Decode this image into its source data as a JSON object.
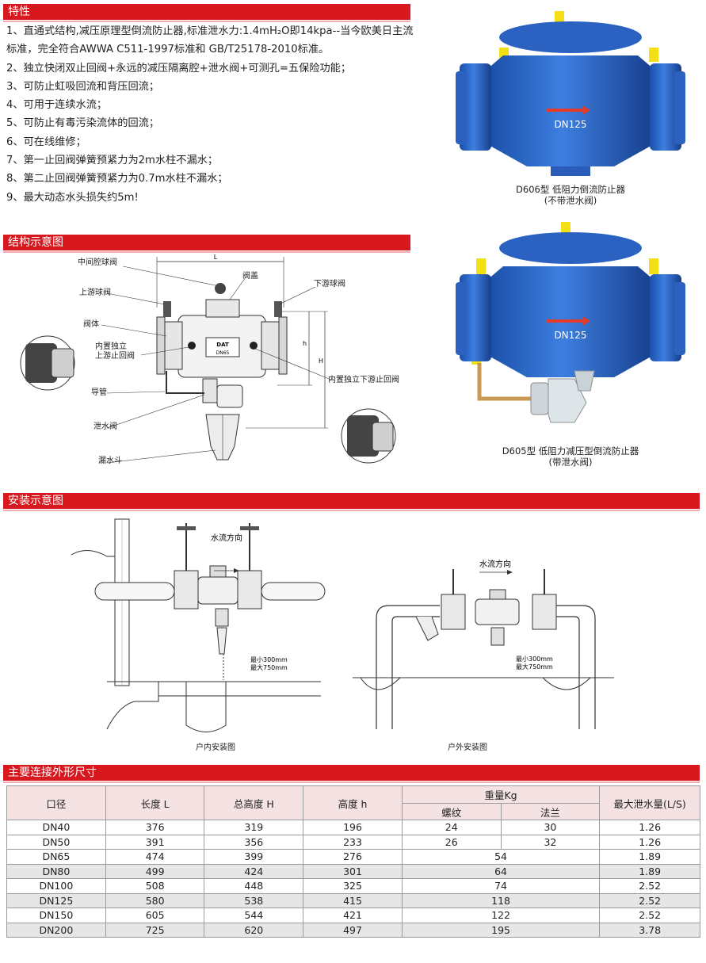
{
  "sections": {
    "features": "特性",
    "structure": "结构示意图",
    "install": "安装示意图",
    "dimensions": "主要连接外形尺寸"
  },
  "features": [
    "1、直通式结构,减压原理型倒流防止器,标准泄水力:1.4mH₂O即14kpa--当今欧美日主流标准，完全符合AWWA C511-1997标准和 GB/T25178-2010标准。",
    "2、独立快闭双止回阀+永远的减压隔离腔+泄水阀+可测孔=五保险功能；",
    "3、可防止虹吸回流和背压回流；",
    "4、可用于连续水流；",
    "5、可防止有毒污染流体的回流；",
    "6、可在线维修；",
    "7、第一止回阀弹簧预紧力为2m水柱不漏水；",
    "8、第二止回阀弹簧预紧力为0.7m水柱不漏水；",
    "9、最大动态水头损失约5m!"
  ],
  "products": [
    {
      "badge": "DN125",
      "caption1": "D606型 低阻力倒流防止器",
      "caption2": "(不带泄水阀)"
    },
    {
      "badge": "DN125",
      "caption1": "D605型 低阻力减压型倒流防止器",
      "caption2": "(带泄水阀)"
    }
  ],
  "structure_labels": {
    "middle_ball": "中间腔球阀",
    "upstream_ball": "上游球阀",
    "body": "阀体",
    "inner_up_check": "内置独立\n上游止回阀",
    "pipe": "导管",
    "drain_valve": "泄水阀",
    "funnel": "漏水斗",
    "cover": "阀盖",
    "downstream_ball": "下游球阀",
    "inner_down_check": "内置独立下游止回阀",
    "dim_L": "L",
    "dim_h": "h",
    "dim_H": "H",
    "body_text1": "DAT",
    "body_text2": "DN65"
  },
  "install_labels": {
    "flow_dir": "水流方向",
    "min": "最小300mm",
    "max": "最大750mm",
    "indoor": "户内安装图",
    "outdoor": "户外安装图"
  },
  "table": {
    "headers": {
      "size": "口径",
      "length": "长度 L",
      "total_height": "总高度 H",
      "height": "高度 h",
      "weight": "重量Kg",
      "thread": "螺纹",
      "flange": "法兰",
      "max_drain": "最大泄水量(L/S)"
    },
    "rows": [
      {
        "size": "DN40",
        "L": "376",
        "H": "319",
        "h": "196",
        "thread": "24",
        "flange": "30",
        "drain": "1.26"
      },
      {
        "size": "DN50",
        "L": "391",
        "H": "356",
        "h": "233",
        "thread": "26",
        "flange": "32",
        "drain": "1.26"
      },
      {
        "size": "DN65",
        "L": "474",
        "H": "399",
        "h": "276",
        "weight": "54",
        "drain": "1.89"
      },
      {
        "size": "DN80",
        "L": "499",
        "H": "424",
        "h": "301",
        "weight": "64",
        "drain": "1.89"
      },
      {
        "size": "DN100",
        "L": "508",
        "H": "448",
        "h": "325",
        "weight": "74",
        "drain": "2.52"
      },
      {
        "size": "DN125",
        "L": "580",
        "H": "538",
        "h": "415",
        "weight": "118",
        "drain": "2.52"
      },
      {
        "size": "DN150",
        "L": "605",
        "H": "544",
        "h": "421",
        "weight": "122",
        "drain": "2.52"
      },
      {
        "size": "DN200",
        "L": "725",
        "H": "620",
        "h": "497",
        "weight": "195",
        "drain": "3.78"
      }
    ]
  }
}
